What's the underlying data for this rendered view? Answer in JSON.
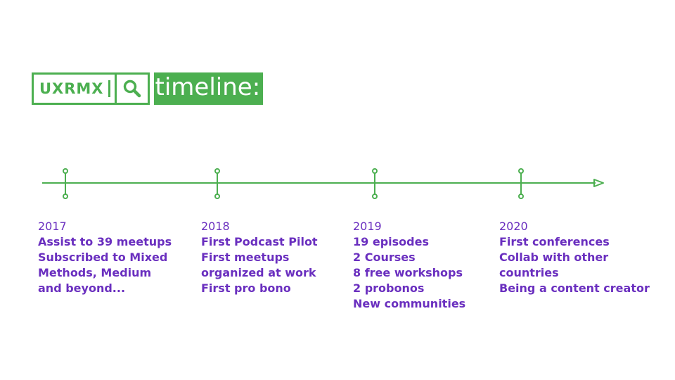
{
  "logo": {
    "brand": "UXRMX",
    "title": "timeline:",
    "icon": "magnifier-icon"
  },
  "colors": {
    "accent": "#4CAF50",
    "text": "#6A2FBF",
    "background": "#ffffff"
  },
  "timeline": [
    {
      "year": "2017",
      "items": [
        "Assist to 39 meetups",
        "Subscribed to Mixed",
        "Methods, Medium",
        "and beyond..."
      ]
    },
    {
      "year": "2018",
      "items": [
        "First Podcast Pilot",
        "First meetups",
        "organized at work",
        "First pro bono"
      ]
    },
    {
      "year": "2019",
      "items": [
        "19 episodes",
        "2 Courses",
        "8 free workshops",
        "2 probonos",
        "New communities"
      ]
    },
    {
      "year": "2020",
      "items": [
        "First conferences",
        "Collab with other",
        "countries",
        "Being a content creator"
      ]
    }
  ]
}
